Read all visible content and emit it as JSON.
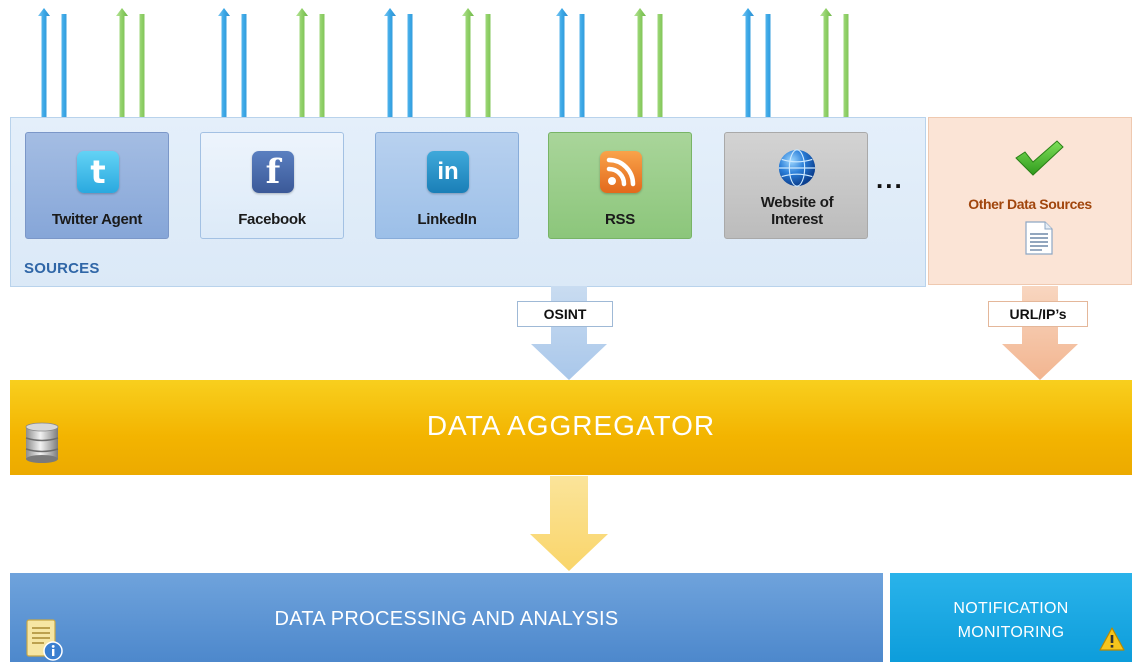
{
  "sources": {
    "heading": "SOURCES",
    "cards": [
      {
        "label": "Twitter Agent",
        "icon": "twitter-icon",
        "glyph": "t"
      },
      {
        "label": "Facebook",
        "icon": "facebook-icon",
        "glyph": "f"
      },
      {
        "label": "LinkedIn",
        "icon": "linkedin-icon",
        "glyph": "in"
      },
      {
        "label": "RSS",
        "icon": "rss-icon"
      },
      {
        "label": "Website of Interest",
        "icon": "globe-icon"
      }
    ],
    "more": "..."
  },
  "other_sources": {
    "label": "Other Data Sources",
    "icon": "document-icon",
    "check_icon": "checkmark-icon"
  },
  "flows": {
    "osint_label": "OSINT",
    "url_label": "URL/IP’s"
  },
  "aggregator": {
    "title": "DATA AGGREGATOR",
    "icon": "database-icon"
  },
  "processing": {
    "title": "DATA PROCESSING AND ANALYSIS",
    "icon": "report-icon"
  },
  "notification": {
    "line1": "NOTIFICATION",
    "line2": "MONITORING",
    "icon": "warning-icon"
  },
  "colors": {
    "up_arrow": "#3aa7e6",
    "down_arrow_green": "#8fcf66",
    "aggregator": "#f3b400",
    "processing": "#5b93d3",
    "notification": "#1aa6e2",
    "other_sources_text": "#a1460d"
  }
}
